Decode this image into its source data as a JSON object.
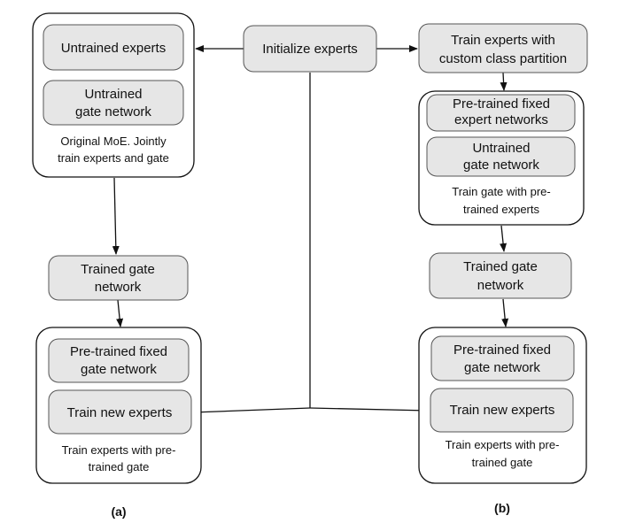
{
  "diagram": {
    "initialize": "Initialize experts",
    "left": {
      "top_container": {
        "box1": "Untrained experts",
        "box2": [
          "Untrained",
          "gate network"
        ],
        "caption": [
          "Original MoE. Jointly",
          "train experts and gate"
        ]
      },
      "trained_gate": [
        "Trained gate",
        "network"
      ],
      "bottom_container": {
        "box1": [
          "Pre-trained fixed",
          "gate network"
        ],
        "box2": "Train new experts",
        "caption": [
          "Train experts with pre-",
          "trained gate"
        ]
      },
      "label": "(a)"
    },
    "right": {
      "train_experts_box": [
        "Train experts with",
        "custom class partition"
      ],
      "top_container": {
        "box1": [
          "Pre-trained fixed",
          "expert networks"
        ],
        "box2": [
          "Untrained",
          "gate network"
        ],
        "caption": [
          "Train gate with pre-",
          "trained experts"
        ]
      },
      "trained_gate": [
        "Trained gate",
        "network"
      ],
      "bottom_container": {
        "box1": [
          "Pre-trained fixed",
          "gate network"
        ],
        "box2": "Train new experts",
        "caption": [
          "Train experts with pre-",
          "trained gate"
        ]
      },
      "label": "(b)"
    }
  }
}
